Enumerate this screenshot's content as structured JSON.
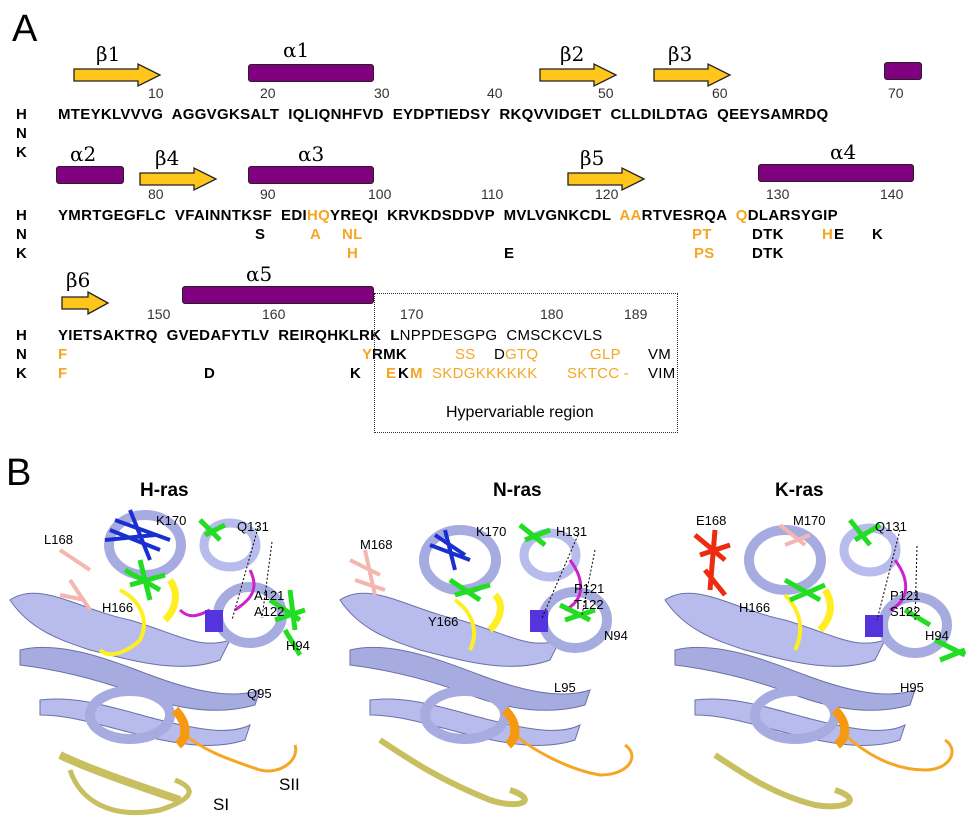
{
  "panel_a": {
    "letter": "A",
    "row_labels": [
      "H",
      "N",
      "K"
    ],
    "structure_labels": {
      "b1": "β1",
      "a1": "α1",
      "b2": "β2",
      "b3": "β3",
      "a2": "α2",
      "b4": "β4",
      "a3": "α3",
      "b5": "β5",
      "a4": "α4",
      "b6": "β6",
      "a5": "α5"
    },
    "numbers": {
      "n10": "10",
      "n20": "20",
      "n30": "30",
      "n40": "40",
      "n50": "50",
      "n60": "60",
      "n70": "70",
      "n80": "80",
      "n90": "90",
      "n100": "100",
      "n110": "110",
      "n120": "120",
      "n130": "130",
      "n140": "140",
      "n150": "150",
      "n160": "160",
      "n170": "170",
      "n180": "180",
      "n189": "189"
    },
    "block1": {
      "h": "MTEYKLVVVG  AGGVGKSALT  IQLIQNHFVD  EYDPTIEDSY  RKQVVIDGET  CLLDILDTAG  QEEYSAMRDQ"
    },
    "block2": {
      "h1": "YMRTGEGFLC  VFAINNTKSF  EDI",
      "h2": "HQ",
      "h3": "YREQI  KRVKDSDDVP  MVLVGNKCDL  ",
      "h4": "AA",
      "h5": "RTVESRQA  ",
      "h6": "Q",
      "h7": "DLARSYGIP",
      "n_s": "S",
      "n_a": "A",
      "n_nl": "NL",
      "n_pt": "PT",
      "n_dtk": "DTK",
      "n_h": "H",
      "n_e": "E",
      "n_k": "K",
      "k_h": "H",
      "k_e": "E",
      "k_ps": "PS",
      "k_dtk": "DTK"
    },
    "block3": {
      "h1": "YIETSAKTRQ  GVEDAFYTLV  REIRQHKLRK  L",
      "h2": "NPPDESGPG  CMSCKCVLS",
      "n_f": "F",
      "n_y": "Y",
      "n_rmk": "RMK",
      "n_ss": "SS",
      "n_d": "D",
      "n_gtq": "GTQ",
      "n_glp": "GLP",
      "n_vm": "VM",
      "k_f": "F",
      "k_d": "D",
      "k_k": "K",
      "k_e": "E",
      "k_k2": "K",
      "k_m": "M",
      "k_skdg": "SKDGKKKKKK",
      "k_sktcc": "SKTCC -",
      "k_vim": "VIM"
    },
    "hypervariable_label": "Hypervariable region"
  },
  "panel_b": {
    "letter": "B",
    "proteins": [
      {
        "title": "H-ras",
        "labels": {
          "l1": "L168",
          "l2": "K170",
          "l3": "Q131",
          "l4": "A121",
          "l5": "A122",
          "l6": "H166",
          "l7": "H94",
          "l8": "Q95",
          "l9": "SII",
          "l10": "SI"
        }
      },
      {
        "title": "N-ras",
        "labels": {
          "l1": "M168",
          "l2": "K170",
          "l3": "H131",
          "l4": "P121",
          "l5": "T122",
          "l6": "Y166",
          "l7": "N94",
          "l8": "L95"
        }
      },
      {
        "title": "K-ras",
        "labels": {
          "l1": "E168",
          "l2": "M170",
          "l3": "Q131",
          "l4": "P121",
          "l5": "S122",
          "l6": "H166",
          "l7": "H94",
          "l8": "H95"
        }
      }
    ],
    "colors": {
      "ribbon": "#B8BCEC",
      "switch1": "#C8C060",
      "switch2": "#F5A623",
      "residue_green": "#22DD22",
      "residue_blue": "#1A2FD0",
      "residue_pink": "#F4B6B0",
      "residue_red": "#EE2A10",
      "loop_yellow": "#FFEE22",
      "loop_magenta": "#CC22CC",
      "nucleotide": "#5533DD"
    }
  }
}
